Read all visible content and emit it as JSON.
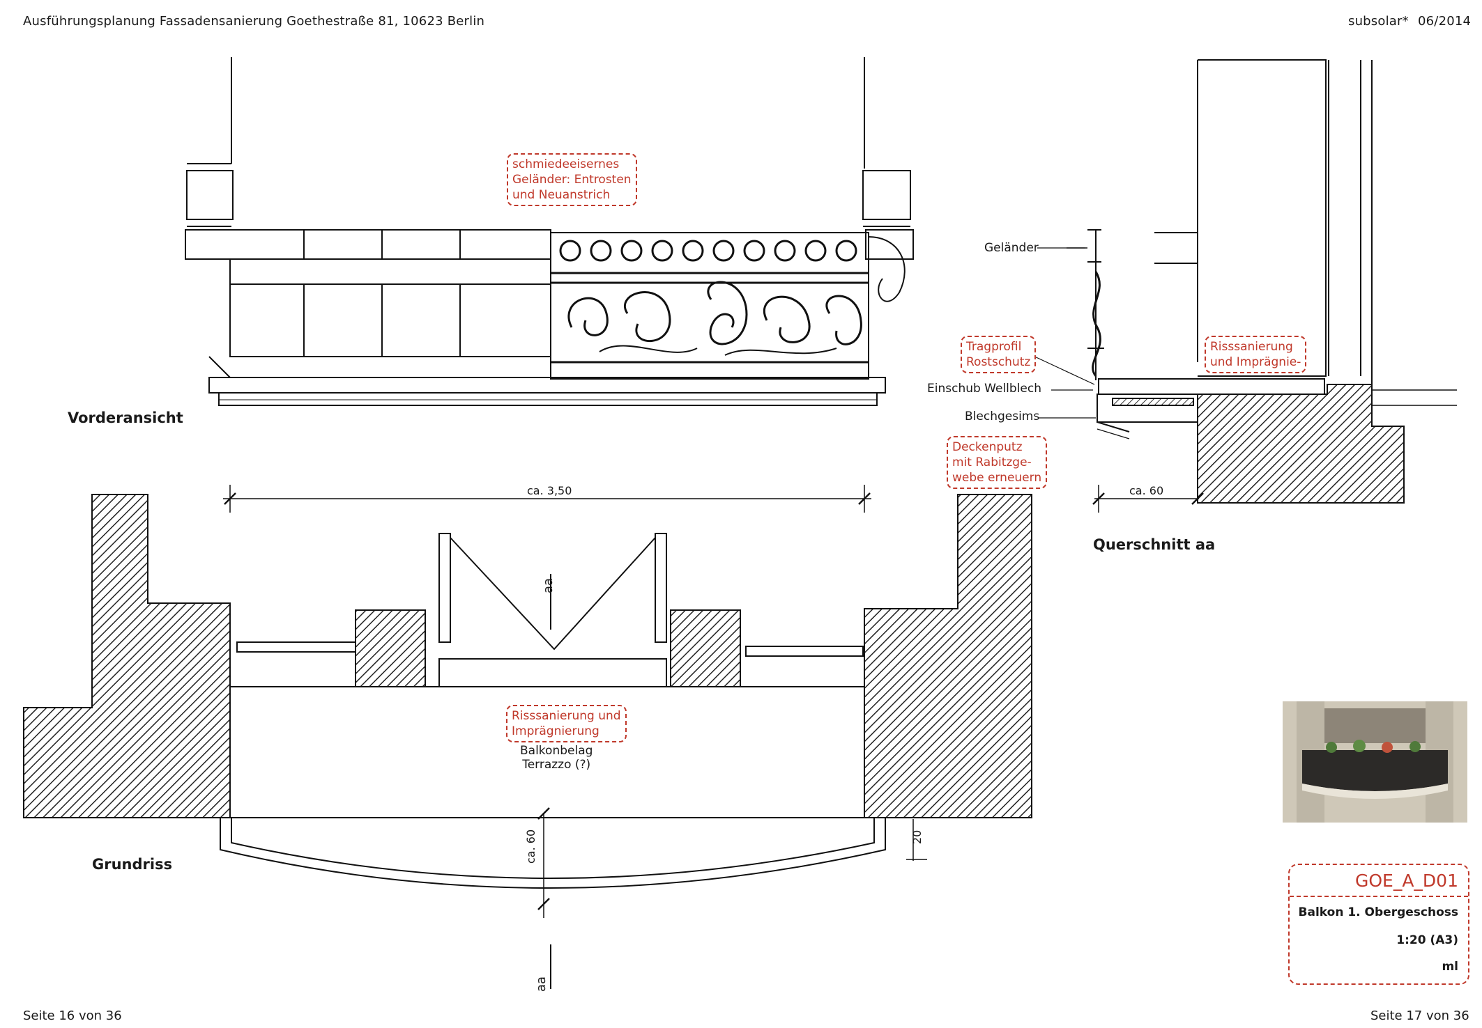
{
  "header": {
    "title": "Ausführungsplanung Fassadensanierung Goethestraße 81, 10623 Berlin",
    "office": "subsolar*",
    "date": "06/2014"
  },
  "footer": {
    "left_page": "Seite  16 von 36",
    "right_page": "Seite  17 von 36"
  },
  "views": {
    "front": "Vorderansicht",
    "section": "Querschnitt aa",
    "plan": "Grundriss"
  },
  "notes": {
    "railing": [
      "schmiedeeisernes",
      "Geländer: Entrosten",
      "und Neuanstrich"
    ],
    "profile": [
      "Tragprofil",
      "Rostschutz"
    ],
    "crack_section": [
      "Risssanierung",
      "und Imprägnie-"
    ],
    "ceiling": [
      "Deckenputz",
      "mit Rabitzge-",
      "webe erneuern"
    ],
    "crack_plan": [
      "Risssanierung und",
      "Imprägnierung"
    ]
  },
  "labels": {
    "gelaender": "Geländer",
    "einschub": "Einschub Wellblech",
    "blechgesims": "Blechgesims",
    "balkonbelag": [
      "Balkonbelag",
      "Terrazzo (?)"
    ],
    "section_mark": "aa"
  },
  "dimensions": {
    "width": "ca. 3,50",
    "depth_section": "ca. 60",
    "depth_plan": "ca. 60",
    "offset": "20"
  },
  "colors": {
    "accent": "#c0392b",
    "line": "#1a1a1a"
  },
  "titleblock": {
    "code": "GOE_A_D01",
    "name": "Balkon 1. Obergeschoss",
    "scale": "1:20 (A3)",
    "author": "ml"
  }
}
